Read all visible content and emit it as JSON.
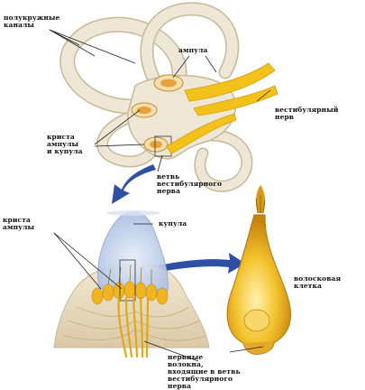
{
  "labels": {
    "semicircular_canals": "полукружные\nканалы",
    "ampulla": "ампула",
    "vestibular_nerve": "вестибулярный\nнерв",
    "crista_cupula_top": "криста\nампулы\nи купула",
    "vestibular_branch": "ветвь\nвестибулярного\nнерва",
    "cupula": "купула",
    "crista_ampulla_bottom": "криста\nампулы",
    "hair_cell": "волосковая\nклетка",
    "nerve_fibers": "нервные\nволокна,\nвходящие в ветвь\nвестибулярного\nнерва"
  },
  "colors": {
    "canal_fill": "#efe7d6",
    "canal_stroke": "#c9b898",
    "nerve": "#f2c21a",
    "arrow": "#2f4fa3",
    "cupula": "#c9d6ee",
    "cell": "#f0b521"
  }
}
